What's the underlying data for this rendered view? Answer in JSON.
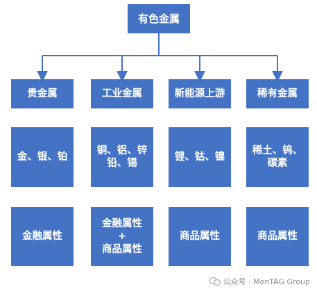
{
  "root": {
    "label": "有色金属"
  },
  "categories": [
    {
      "label": "贵金属",
      "metals": "金、银、铂",
      "attribute": "金融属性"
    },
    {
      "label": "工业金属",
      "metals": "铜、铝、锌\n铅、锡",
      "attribute": "金融属性\n+\n商品属性"
    },
    {
      "label": "新能源上游",
      "metals": "锂、钴、镍",
      "attribute": "商品属性"
    },
    {
      "label": "稀有金属",
      "metals": "稀土、钨、\n碳素",
      "attribute": "商品属性"
    }
  ],
  "watermark": {
    "text": "公众号 · MonTAG Group"
  },
  "colors": {
    "box": "#4472c4",
    "text": "#ffffff",
    "connector": "#4472c4"
  }
}
